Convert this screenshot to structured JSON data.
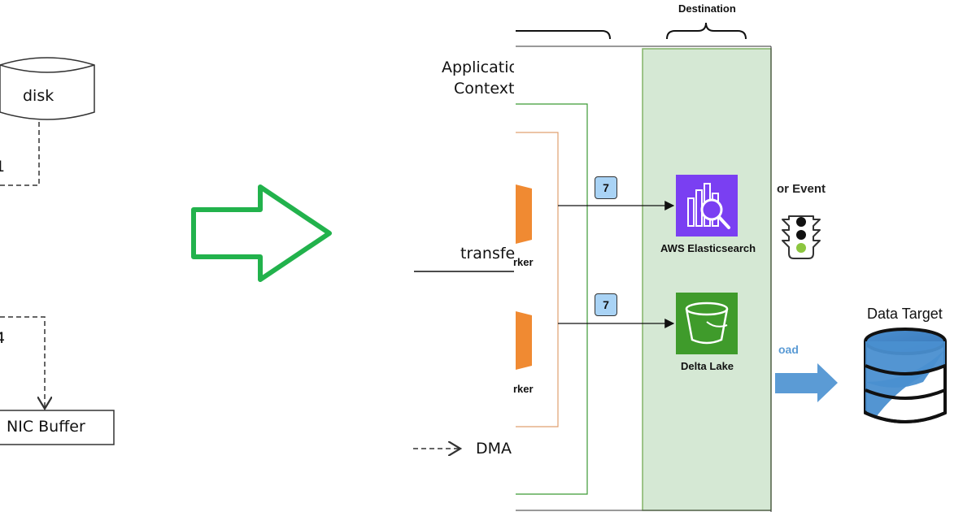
{
  "left_panel": {
    "disk_label": "disk",
    "step_upper": "1",
    "step_lower": "4",
    "nic_buffer_label": "NIC Buffer"
  },
  "middle_panel": {
    "app_context_line1": "Applicatio",
    "app_context_line2": "Context",
    "transfer_label": "transfe",
    "worker_upper_label": "rker",
    "worker_lower_label": "rker",
    "dma_legend_label": "DMA"
  },
  "right_panel": {
    "destination_label": "Destination",
    "badge_upper": "7",
    "badge_lower": "7",
    "elasticsearch_label": "AWS Elasticsearch",
    "delta_lake_label": "Delta Lake",
    "event_label": "or Event",
    "load_label": "oad",
    "data_target_label": "Data Target"
  },
  "colors": {
    "green_arrow": "#22b24c",
    "destination_panel": "#d5e8d4",
    "elasticsearch_purple": "#7a3ff2",
    "delta_lake_green": "#3f9b2b",
    "worker_orange": "#f08a32",
    "blue_arrow": "#5b9bd5",
    "context_green": "#3c9a35",
    "inner_orange": "#e0a070"
  }
}
